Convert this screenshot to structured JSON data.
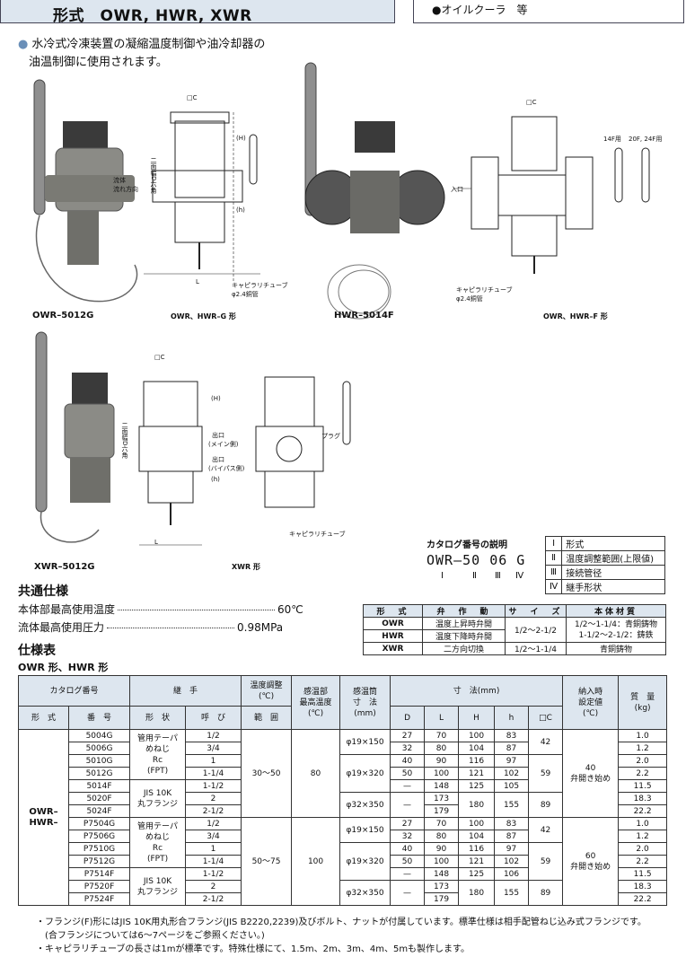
{
  "header": {
    "title": "形式　OWR, HWR, XWR",
    "right_text": "●オイルクーラ　等"
  },
  "intro": {
    "bullet": "●",
    "line1": "水冷式冷凍装置の凝縮温度制御や油冷却器の",
    "line2": "油温制御に使用されます。"
  },
  "figures": {
    "owr_photo_caption": "OWR–5012G",
    "owr_drawing_caption": "OWR、HWR–G 形",
    "hwr_photo_caption": "HWR–5014F",
    "owr_f_drawing_caption": "OWR、HWR–F 形",
    "xwr_photo_caption": "XWR–5012G",
    "xwr_drawing_caption": "XWR 形",
    "labels": {
      "c": "□C",
      "H": "(H)",
      "h": "(h)",
      "L": "L",
      "flow": "流体",
      "flow2": "流れ方向",
      "hex": "二面幅D六角",
      "cap_tube": "キャピラリチューブ",
      "copper": "φ2.4銅管",
      "inlet": "入口",
      "f14": "14F用",
      "f20": "20F, 24F用",
      "outlet_main": "出口",
      "outlet_main2": "(メイン側)",
      "outlet_bypass": "出口",
      "outlet_bypass2": "(バイパス側)",
      "plug": "プラグ"
    }
  },
  "common_spec": {
    "title": "共通仕様",
    "items": [
      {
        "label": "本体部最高使用温度",
        "value": "60℃"
      },
      {
        "label": "流体最高使用圧力",
        "value": "0.98MPa"
      }
    ]
  },
  "catalog": {
    "title": "カタログ番号の説明",
    "code": "OWR–50 06 G",
    "romans": [
      "Ⅰ",
      "Ⅱ",
      "Ⅲ",
      "Ⅳ"
    ],
    "legend": [
      {
        "r": "Ⅰ",
        "t": "形式"
      },
      {
        "r": "Ⅱ",
        "t": "温度調整範囲(上限値)"
      },
      {
        "r": "Ⅲ",
        "t": "接続管径"
      },
      {
        "r": "Ⅳ",
        "t": "継手形状"
      }
    ]
  },
  "mini_table": {
    "headers": [
      "形　式",
      "弁　作　動",
      "サ　イ　ズ",
      "本体材質"
    ],
    "rows": [
      [
        "OWR",
        "温度上昇時弁開",
        "1/2～2-1/2",
        "1/2～1-1/4：青銅鋳物"
      ],
      [
        "HWR",
        "温度下降時弁開",
        "",
        "1-1/2～2-1/2：鋳鉄"
      ],
      [
        "XWR",
        "二方向切換",
        "1/2～1-1/4",
        "青銅鋳物"
      ]
    ]
  },
  "spec_table": {
    "section_title": "仕様表",
    "sub_title": "OWR 形、HWR 形",
    "headers": {
      "catalog": "カタログ番号",
      "fitting": "継　手",
      "temp_adjust": "温度調整",
      "temp_unit": "(℃)",
      "sensor_max": "感温部",
      "sensor_max2": "最高温度",
      "sensor_max3": "(℃)",
      "sensor_tube": "感温筒",
      "sensor_tube2": "寸　法",
      "sensor_tube3": "(mm)",
      "dims": "寸　法(mm)",
      "delivery": "納入時",
      "delivery2": "設定値",
      "delivery3": "(℃)",
      "mass": "質　量",
      "mass2": "(kg)",
      "type": "形　式",
      "number": "番　号",
      "shape": "形　状",
      "call": "呼　び",
      "range": "範　囲",
      "D": "D",
      "L": "L",
      "H": "H",
      "h": "h",
      "C": "□C"
    },
    "type_label": "OWR–\nHWR–",
    "fit_a": "管用テーパ\nめねじ\nRc\n(FPT)",
    "fit_b": "JIS 10K\n丸フランジ",
    "group1": {
      "range": "30～50",
      "sensor_max": "80",
      "delivery": "40\n弁開き始め",
      "rows": [
        [
          "5004G",
          "1/2",
          "27",
          "70",
          "100",
          "83",
          "1.0"
        ],
        [
          "5006G",
          "3/4",
          "32",
          "80",
          "104",
          "87",
          "1.2"
        ],
        [
          "5010G",
          "1",
          "40",
          "90",
          "116",
          "97",
          "2.0"
        ],
        [
          "5012G",
          "1-1/4",
          "50",
          "100",
          "121",
          "102",
          "2.2"
        ],
        [
          "5014F",
          "1-1/2",
          "—",
          "148",
          "125",
          "105",
          "11.5"
        ],
        [
          "5020F",
          "2",
          "—",
          "173",
          "180",
          "155",
          "18.3"
        ],
        [
          "5024F",
          "2-1/2",
          "",
          "179",
          "",
          "",
          "22.2"
        ]
      ]
    },
    "group2": {
      "range": "50～75",
      "sensor_max": "100",
      "delivery": "60\n弁開き始め",
      "rows": [
        [
          "P7504G",
          "1/2",
          "27",
          "70",
          "100",
          "83",
          "1.0"
        ],
        [
          "P7506G",
          "3/4",
          "32",
          "80",
          "104",
          "87",
          "1.2"
        ],
        [
          "P7510G",
          "1",
          "40",
          "90",
          "116",
          "97",
          "2.0"
        ],
        [
          "P7512G",
          "1-1/4",
          "50",
          "100",
          "121",
          "102",
          "2.2"
        ],
        [
          "P7514F",
          "1-1/2",
          "—",
          "148",
          "125",
          "106",
          "11.5"
        ],
        [
          "P7520F",
          "2",
          "—",
          "173",
          "180",
          "155",
          "18.3"
        ],
        [
          "P7524F",
          "2-1/2",
          "",
          "179",
          "",
          "",
          "22.2"
        ]
      ]
    },
    "tube_sizes": [
      "φ19×150",
      "φ19×320",
      "φ32×350"
    ],
    "c_values": [
      "42",
      "59",
      "89"
    ]
  },
  "notes": {
    "line1": "・フランジ(F)形にはJIS 10K用丸形合フランジ(JIS B2220,2239)及びボルト、ナットが付属しています。標準仕様は相手配管ねじ込み式フランジです。",
    "line2": "(合フランジについては6～7ページをご参照ください。)",
    "line3": "・キャピラリチューブの長さは1mが標準です。特殊仕様にて、1.5m、2m、3m、4m、5mも製作します。"
  }
}
